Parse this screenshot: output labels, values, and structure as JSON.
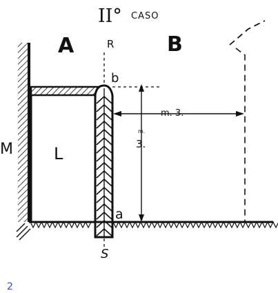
{
  "diagram": {
    "title": "II°",
    "title_sub": "CASO",
    "zone_a": "A",
    "zone_b": "B",
    "line_top": "R",
    "line_bottom": "S",
    "point_b": "b",
    "point_a": "a",
    "wall": "M",
    "room": "L",
    "dim_horizontal": "m. 3.",
    "dim_vertical_unit": "m.",
    "dim_vertical_value": "3.",
    "corner_mark": "2"
  },
  "colors": {
    "ink": "#111111",
    "corner_mark": "#3b4aa6",
    "paper": "#ffffff"
  }
}
